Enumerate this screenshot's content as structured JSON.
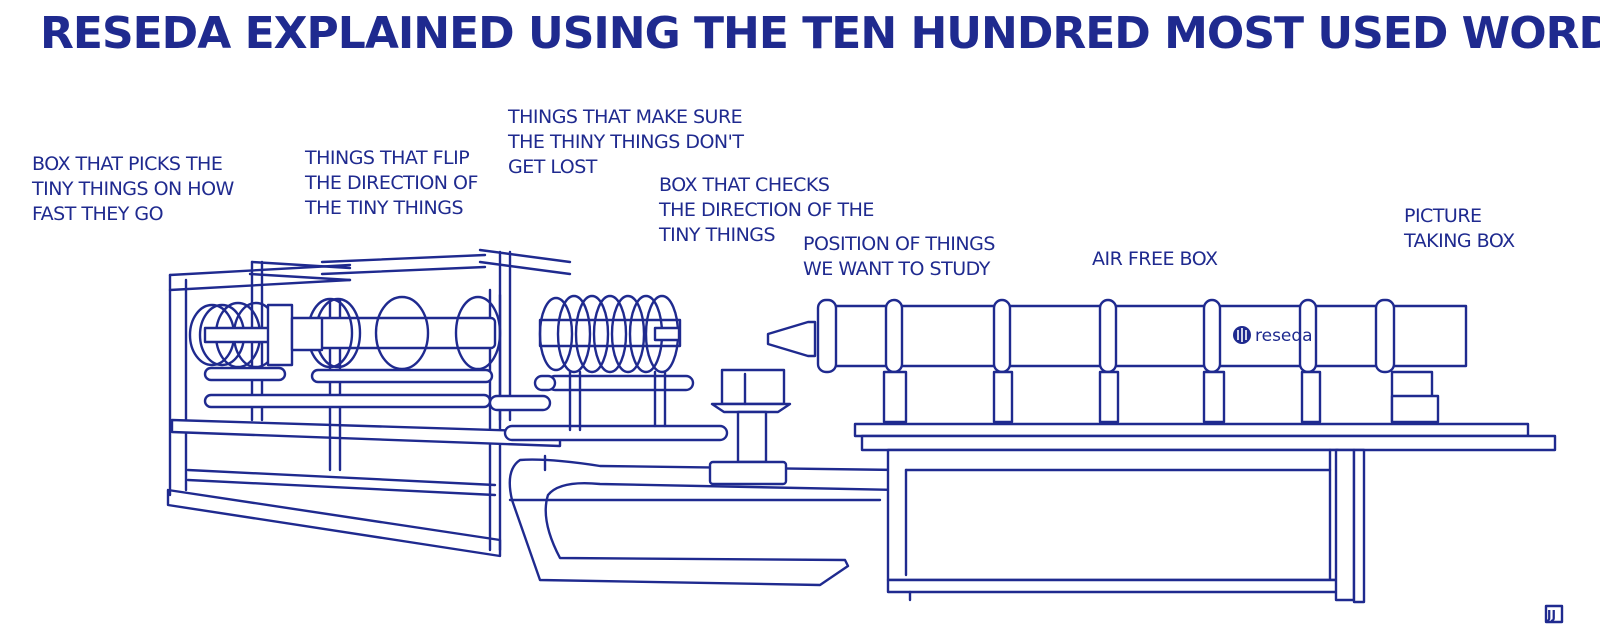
{
  "title": "RESEDA EXPLAINED USING THE TEN HUNDRED MOST USED WORDS",
  "labels": {
    "speed_box": [
      "BOX THAT PICKS THE",
      "TINY THINGS ON HOW",
      "FAST THEY GO"
    ],
    "flippers": [
      "THINGS THAT FLIP",
      "THE DIRECTION OF",
      "THE TINY THINGS"
    ],
    "guides": [
      "THINGS THAT MAKE SURE",
      "THE THINY THINGS DON'T",
      "GET LOST"
    ],
    "check_box": [
      "BOX THAT CHECKS",
      "THE DIRECTION OF THE",
      "TINY THINGS"
    ],
    "sample_position": [
      "POSITION OF THINGS",
      "WE WANT TO STUDY"
    ],
    "air_free_box": [
      "AIR FREE BOX"
    ],
    "picture_box": [
      "PICTURE",
      "TAKING BOX"
    ]
  },
  "logo": {
    "text": "reseda",
    "icon": "reseda-logo-icon"
  },
  "signature": "JJ",
  "colors": {
    "ink": "#1f2a8f",
    "background": "#ffffff"
  }
}
